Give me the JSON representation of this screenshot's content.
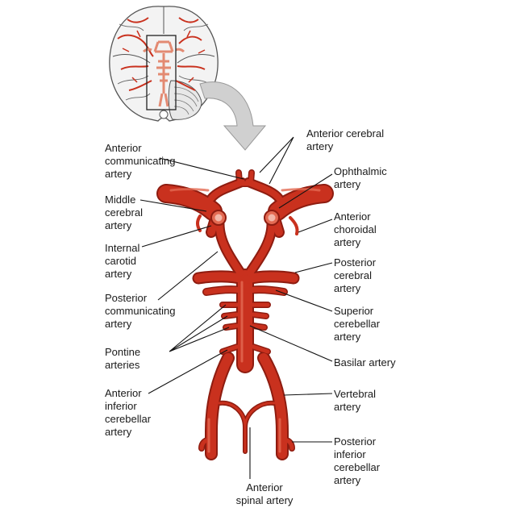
{
  "colors": {
    "artery": "#c9311e",
    "artery_dark": "#8e1c10",
    "artery_light": "#e36a52",
    "brain_fill": "#f3f3f3",
    "brain_line": "#555555",
    "arrow_fill": "#d0d0d0",
    "leader_line": "#111111"
  },
  "icons": {
    "inset": "brain-inferior-view-icon",
    "arrow": "curved-arrow-icon"
  },
  "labels": {
    "anterior_cerebral_artery": "Anterior cerebral\nartery",
    "anterior_communicating_artery": "Anterior\ncommunicating\nartery",
    "ophthalmic_artery": "Ophthalmic\nartery",
    "middle_cerebral_artery": "Middle\ncerebral\nartery",
    "anterior_choroidal_artery": "Anterior\nchoroidal\nartery",
    "internal_carotid_artery": "Internal\ncarotid\nartery",
    "posterior_cerebral_artery": "Posterior\ncerebral\nartery",
    "posterior_communicating_artery": "Posterior\ncommunicating\nartery",
    "superior_cerebellar_artery": "Superior\ncerebellar\nartery",
    "pontine_arteries": "Pontine\narteries",
    "basilar_artery": "Basilar artery",
    "anterior_inferior_cerebellar_artery": "Anterior\ninferior\ncerebellar\nartery",
    "vertebral_artery": "Vertebral\nartery",
    "posterior_inferior_cerebellar_artery": "Posterior\ninferior\ncerebellar\nartery",
    "anterior_spinal_artery": "Anterior\nspinal artery"
  }
}
